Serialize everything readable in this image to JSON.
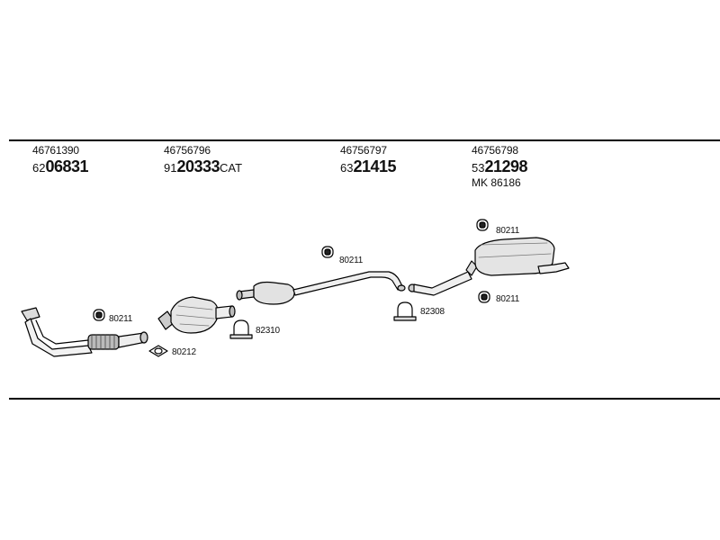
{
  "parts": [
    {
      "oe_number": "46761390",
      "ref_prefix": "62",
      "ref_main": "06831",
      "ref_suffix": ""
    },
    {
      "oe_number": "46756796",
      "ref_prefix": "91",
      "ref_main": "20333",
      "ref_suffix": "CAT"
    },
    {
      "oe_number": "46756797",
      "ref_prefix": "63",
      "ref_main": "21415",
      "ref_suffix": ""
    },
    {
      "oe_number": "46756798",
      "ref_prefix": "53",
      "ref_main": "21298",
      "ref_suffix": "",
      "kit_label": "MK 86186"
    }
  ],
  "callouts": {
    "clamp_front": "80211",
    "gasket": "80212",
    "clamp_cat": "82310",
    "clamp_mid": "80211",
    "clamp_rear": "82308",
    "rubber_top": "80211",
    "rubber_bottom": "80211"
  }
}
